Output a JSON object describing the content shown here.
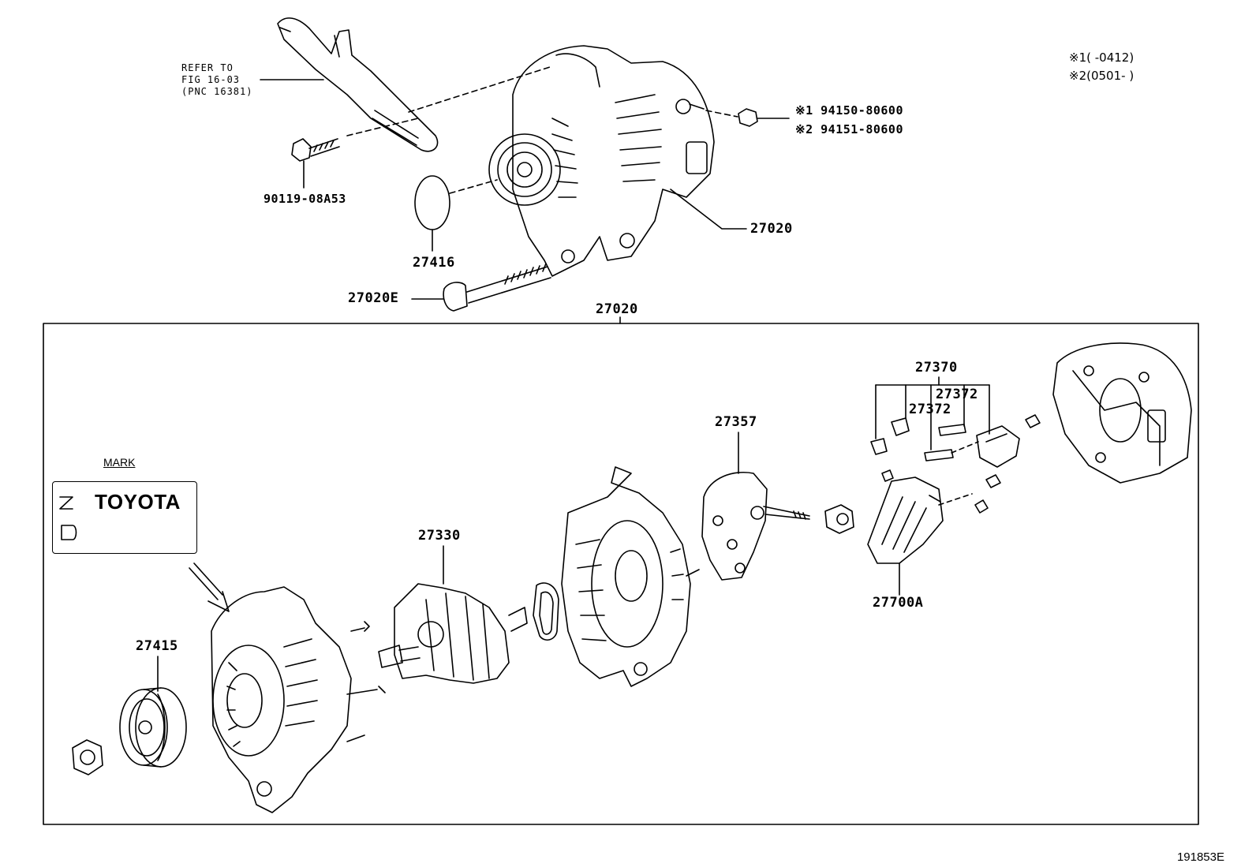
{
  "notes": {
    "note1": "※1(      -0412)",
    "note2": "※2(0501-      )"
  },
  "callouts": {
    "refer_line1": "REFER TO",
    "refer_line2": "FIG 16-03",
    "refer_line3": "(PNC 16381)",
    "bolt_bracket": "90119-08A53",
    "cover": "27416",
    "through_bolt": "27020E",
    "alternator_top": "27020",
    "nut_s1": "※1  94150-80600",
    "nut_s2": "※2  94151-80600",
    "assembly_frame": "27020",
    "pulley": "27415",
    "rotor": "27330",
    "rectifier": "27357",
    "brush_holder_set": "27370",
    "brush_spring_a": "27372",
    "brush_spring_b": "27372",
    "regulator": "27700A"
  },
  "mark": {
    "title": "MARK",
    "brand": "TOYOTA"
  },
  "figure_id": "191853E"
}
